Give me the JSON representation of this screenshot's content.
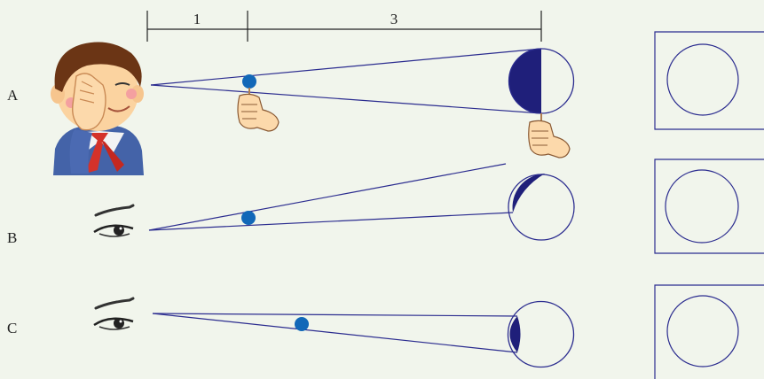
{
  "scale": {
    "segment_1": "1",
    "segment_2": "3"
  },
  "rows": [
    {
      "label": "A",
      "viewer": "child-covering-one-eye",
      "shaded_part": "left-half"
    },
    {
      "label": "B",
      "viewer": "eye",
      "shaded_part": "upper-left-crescent"
    },
    {
      "label": "C",
      "viewer": "eye",
      "shaded_part": "left-crescent"
    }
  ],
  "colors": {
    "background": "#f1f5ec",
    "line": "#2b2c8f",
    "shade": "#1f1f7a",
    "dot": "#1268b8",
    "scale": "#222222"
  }
}
